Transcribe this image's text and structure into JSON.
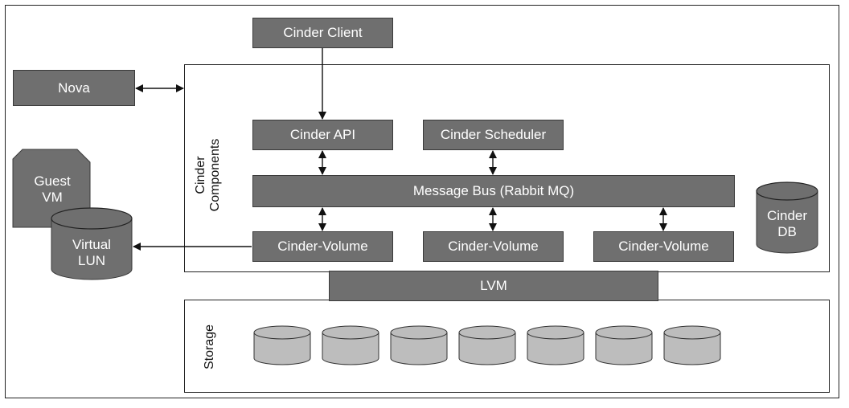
{
  "nodes": {
    "cinder_client": "Cinder Client",
    "nova": "Nova",
    "cinder_api": "Cinder API",
    "cinder_scheduler": "Cinder Scheduler",
    "message_bus": "Message Bus (Rabbit MQ)",
    "cinder_volume_1": "Cinder-Volume",
    "cinder_volume_2": "Cinder-Volume",
    "cinder_volume_3": "Cinder-Volume",
    "lvm": "LVM"
  },
  "groups": {
    "cinder_components_line1": "Cinder",
    "cinder_components_line2": "Components",
    "storage": "Storage"
  },
  "shapes": {
    "guest_vm_line1": "Guest",
    "guest_vm_line2": "VM",
    "virtual_lun_line1": "Virtual",
    "virtual_lun_line2": "LUN",
    "cinder_db_line1": "Cinder",
    "cinder_db_line2": "DB"
  },
  "colors": {
    "box_fill": "#6f6f6f",
    "disk_fill": "#bdbdbd",
    "line": "#222222"
  }
}
